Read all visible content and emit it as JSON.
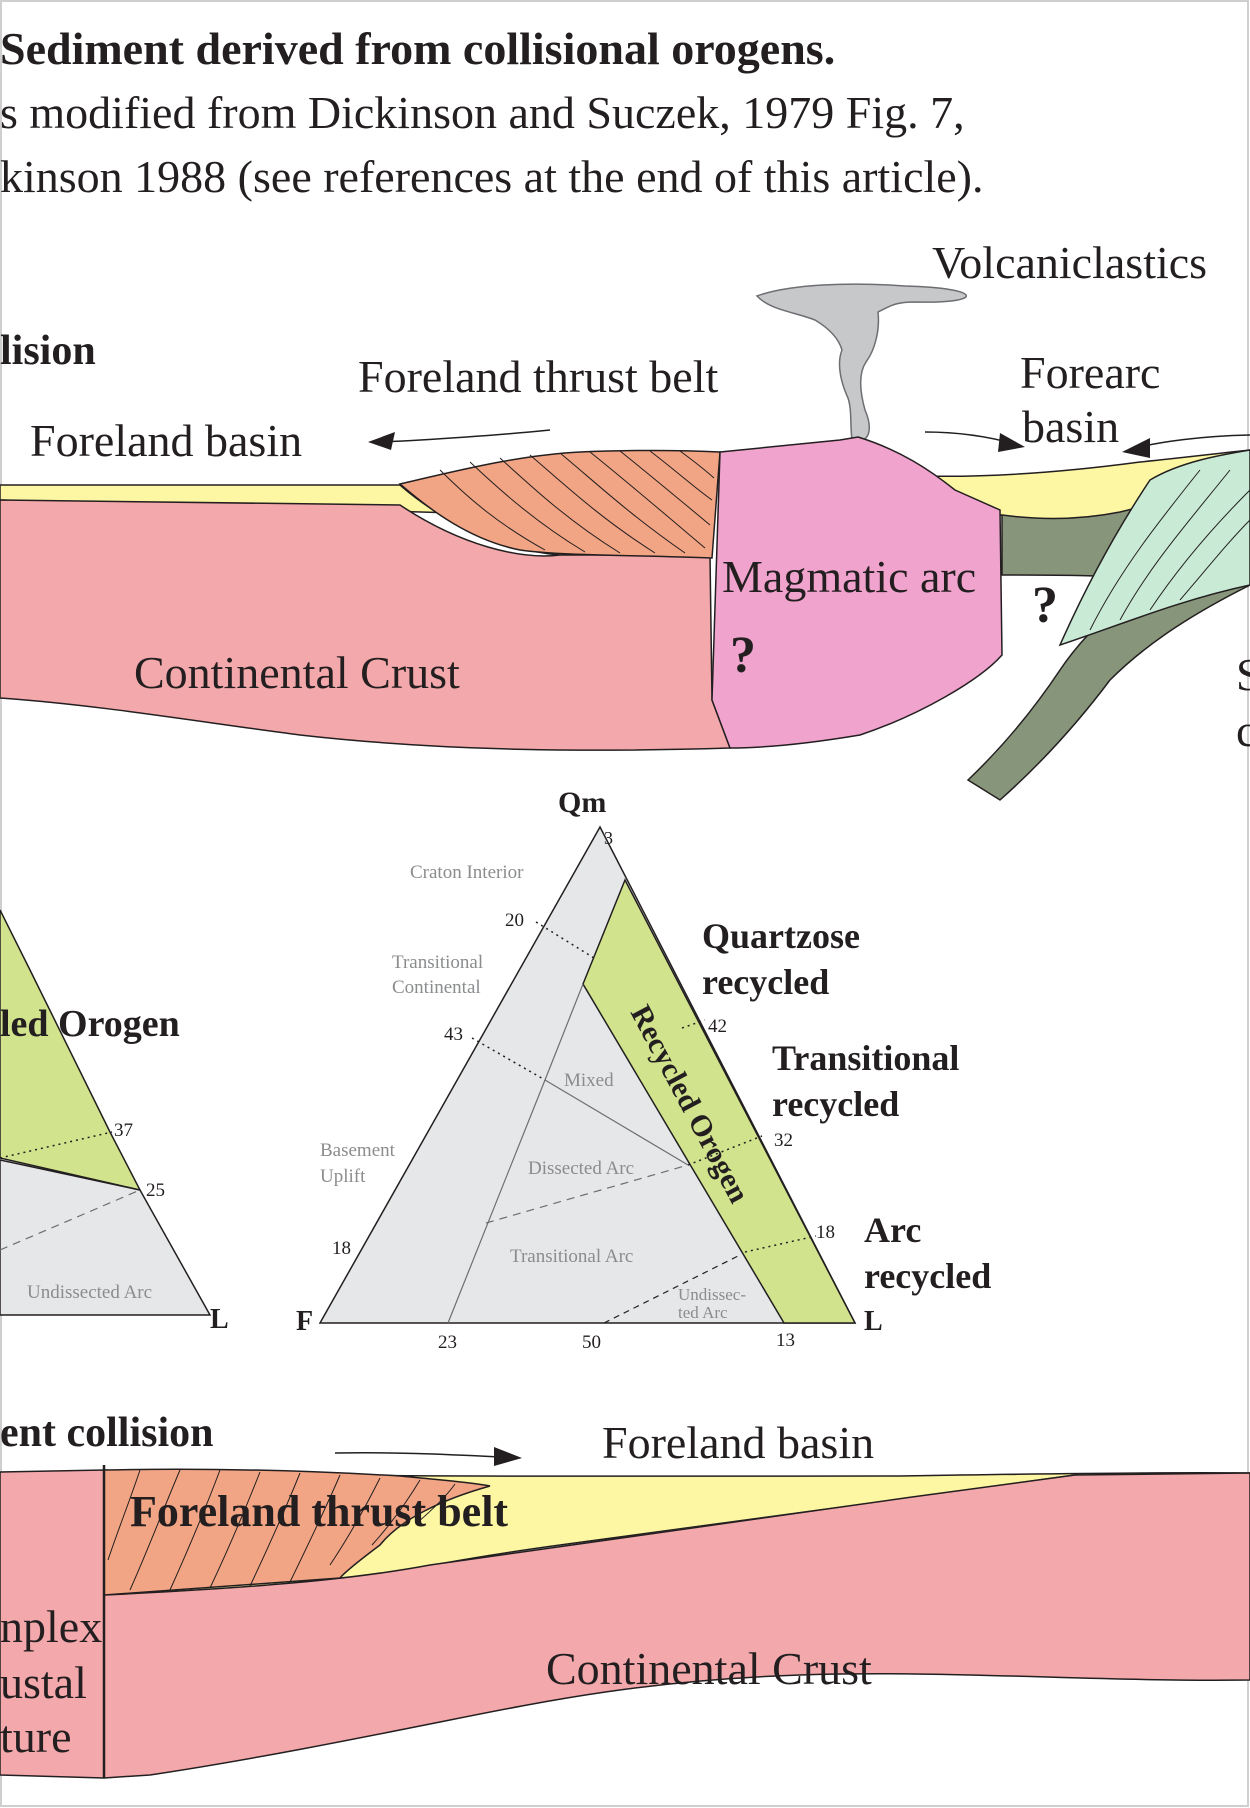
{
  "header": {
    "line1": "Sediment derived from collisional orogens.",
    "line2": "s modified from Dickinson and Suczek, 1979 Fig. 7,",
    "line3": "kinson 1988 (see references at the end of this article)."
  },
  "top_section": {
    "title": "lision",
    "volcaniclastics": "Volcaniclastics",
    "foreland_thrust_belt": "Foreland thrust belt",
    "foreland_basin": "Foreland basin",
    "forearc_basin_1": "Forearc",
    "forearc_basin_2": "basin",
    "magmatic_arc": "Magmatic arc",
    "question_1": "?",
    "question_2": "?",
    "continental_crust": "Continental Crust",
    "edge_s": "S",
    "edge_c": "c"
  },
  "left_triangle": {
    "orogen_label": "led Orogen",
    "tick_37": "37",
    "tick_25": "25",
    "undissected_arc": "Undissected Arc",
    "apex_L": "L"
  },
  "ternary": {
    "apex_Qm": "Qm",
    "apex_F": "F",
    "apex_L": "L",
    "field_craton_interior": "Craton Interior",
    "field_transitional_continental_1": "Transitional",
    "field_transitional_continental_2": "Continental",
    "field_basement_uplift_1": "Basement",
    "field_basement_uplift_2": "Uplift",
    "field_mixed": "Mixed",
    "field_dissected_arc": "Dissected Arc",
    "field_transitional_arc": "Transitional Arc",
    "field_undissected_arc_1": "Undissec-",
    "field_undissected_arc_2": "ted Arc",
    "field_recycled_orogen": "Recycled Orogen",
    "ticks": {
      "t3": "3",
      "t20": "20",
      "t43": "43",
      "t18_left": "18",
      "t23": "23",
      "t50": "50",
      "t13": "13",
      "t42": "42",
      "t32": "32",
      "t18_right": "18"
    },
    "quartzose_1": "Quartzose",
    "quartzose_2": "recycled",
    "transitional_1": "Transitional",
    "transitional_2": "recycled",
    "arc_1": "Arc",
    "arc_2": "recycled"
  },
  "bottom_section": {
    "title": "ent collision",
    "foreland_basin": "Foreland basin",
    "foreland_thrust_belt": "Foreland thrust belt",
    "continental_crust": "Continental Crust",
    "complex_1": "nplex",
    "complex_2": "ustal",
    "complex_3": "ture"
  },
  "colors": {
    "crust": "#f3a8ab",
    "basin_fill": "#fdf6a2",
    "thrust_belt": "#f2a584",
    "magmatic_arc": "#f0a3cd",
    "slab": "#87967a",
    "accretionary": "#c9ebd5",
    "recycled_orogen": "#d2e38d",
    "ternary_field": "#e6e7e8",
    "volcanic_plume": "#c7c8ca"
  }
}
